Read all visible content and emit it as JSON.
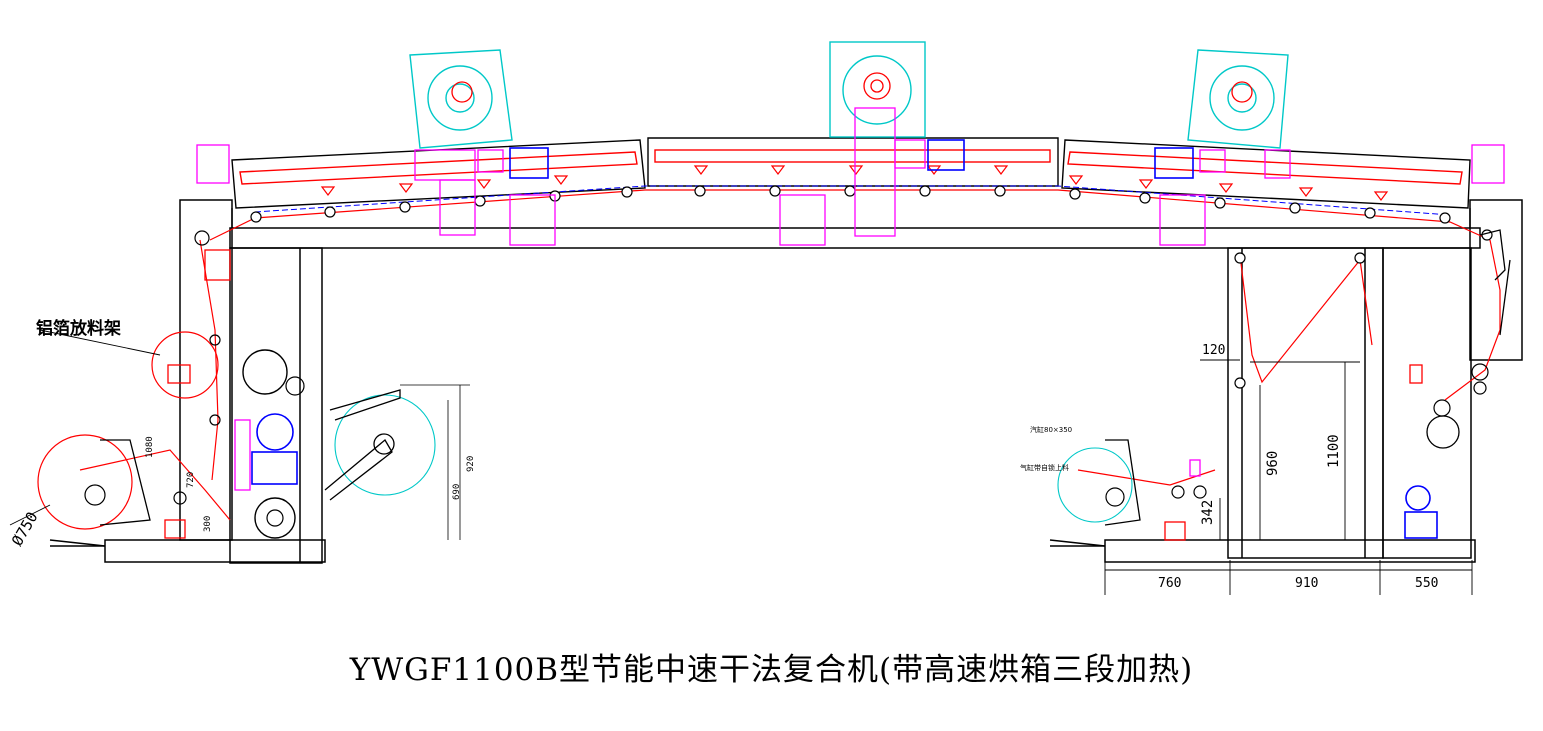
{
  "title": "YWGF1100B型节能中速干法复合机(带高速烘箱三段加热)",
  "labels": {
    "unwind_label": "铝箔放料架",
    "diameter": "Ø750",
    "dim_120": "120",
    "dim_960": "960",
    "dim_1100": "1100",
    "dim_342": "342",
    "dim_760": "760",
    "dim_910": "910",
    "dim_550": "550",
    "small_cyl": "汽缸80×350",
    "small_note": "气缸带自锁上料",
    "left_dim_a": "1080",
    "left_dim_b": "720",
    "left_dim_c": "300",
    "left_dim_d": "920",
    "left_dim_e": "690"
  },
  "colors": {
    "frame": "#000000",
    "web_path": "#ff0000",
    "blower": "#00c8c8",
    "duct": "#ff00ff",
    "motor": "#0000ff"
  }
}
